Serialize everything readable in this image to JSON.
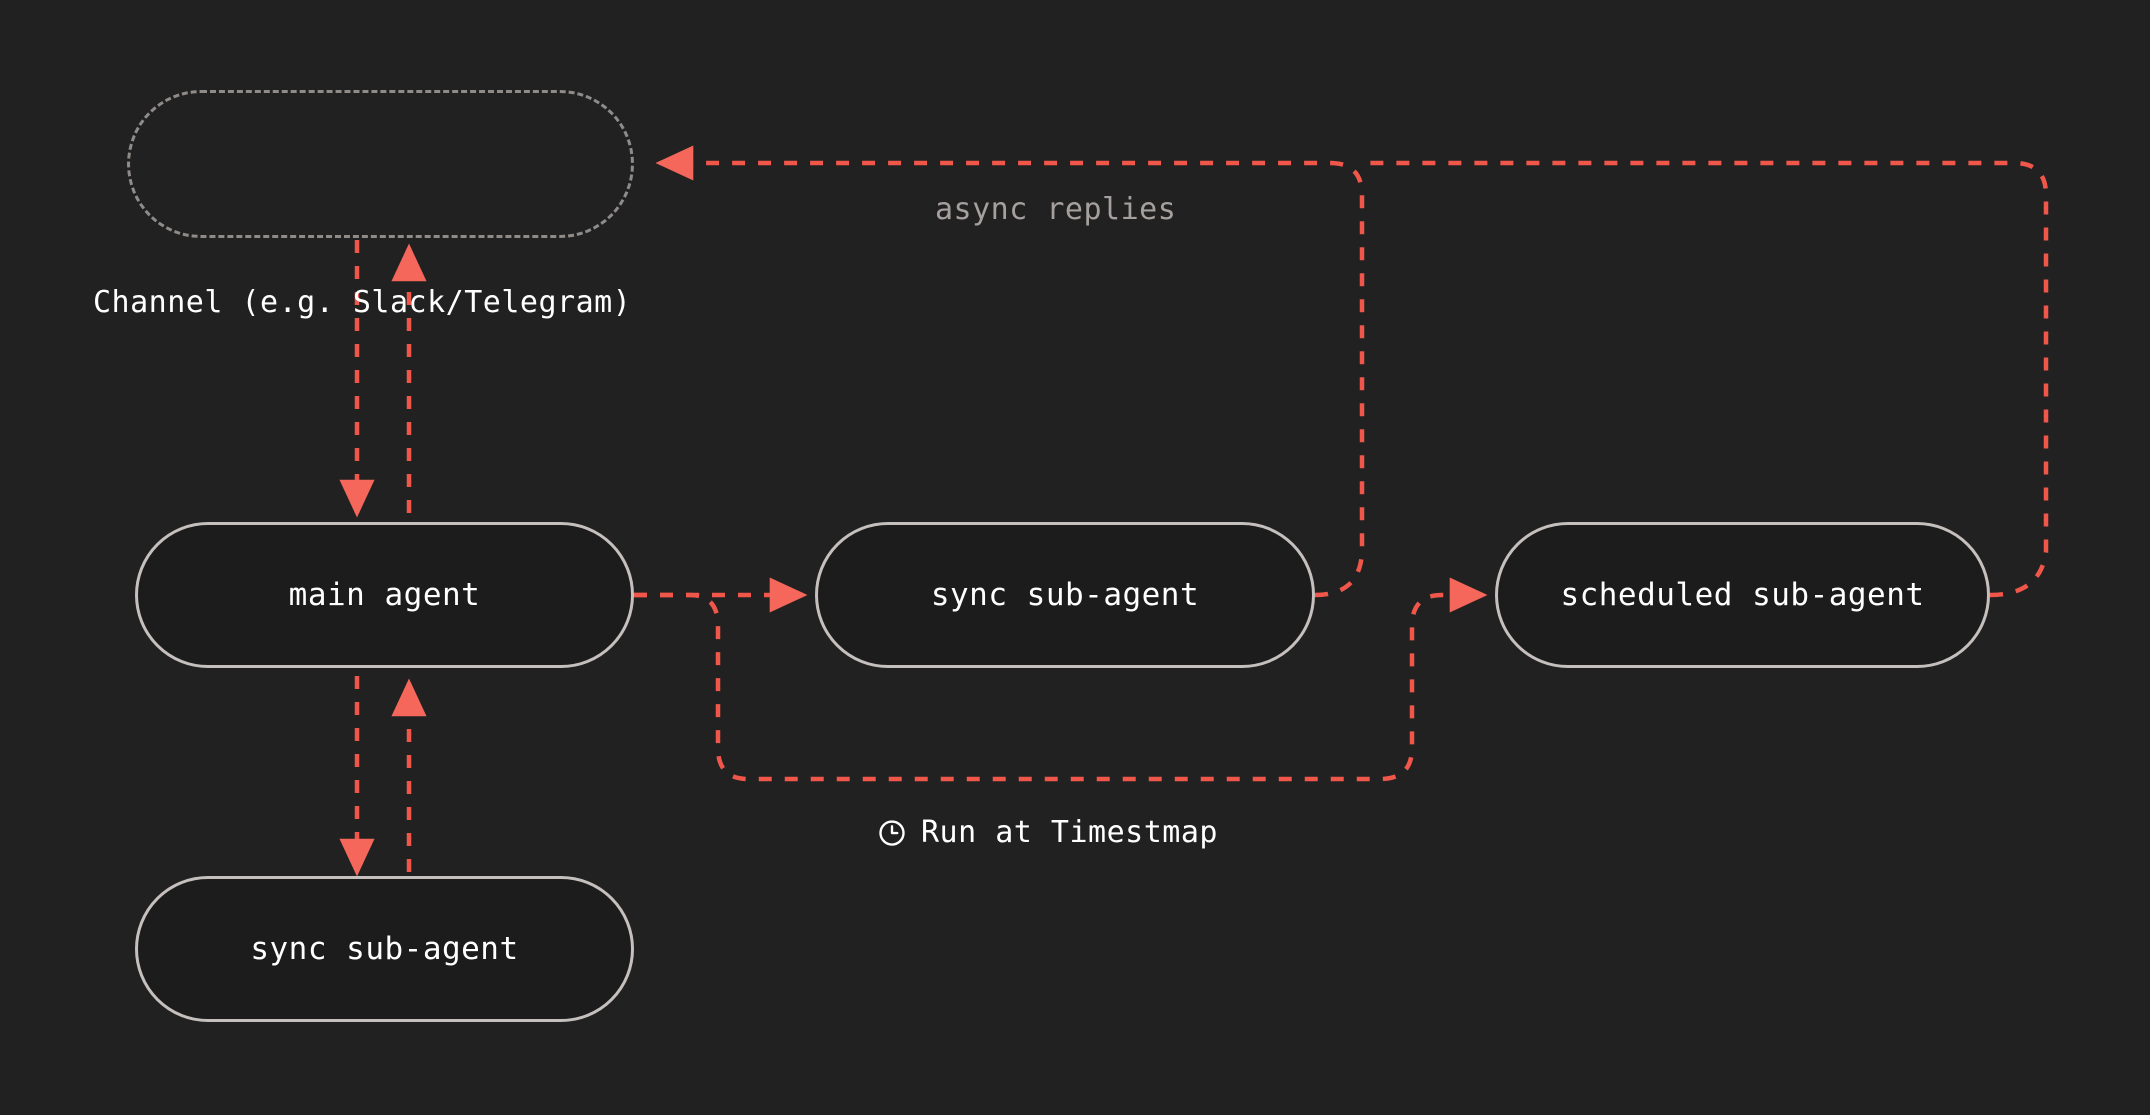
{
  "diagram": {
    "title": "agent orchestration flow",
    "background_color": "#212121",
    "node_border_color": "#c5c0be",
    "node_dashed_border_color": "#8f8b89",
    "edge_color": "#f0574a",
    "arrow_color": "#f4675a",
    "text_color": "#ffffff",
    "muted_text_color": "#a5a09e"
  },
  "nodes": [
    {
      "id": "channel",
      "label": "",
      "caption": "Channel (e.g. Slack/Telegram)",
      "style": "dashed"
    },
    {
      "id": "main-agent",
      "label": "main agent",
      "style": "solid"
    },
    {
      "id": "sync-sub-agent-mid",
      "label": "sync sub-agent",
      "style": "solid"
    },
    {
      "id": "scheduled-sub-agent",
      "label": "scheduled sub-agent",
      "style": "solid"
    },
    {
      "id": "sync-sub-agent-bottom",
      "label": "sync sub-agent",
      "style": "solid"
    }
  ],
  "edge_labels": {
    "async_replies": "async replies",
    "run_at_timestamp": "Run at Timestmap",
    "clock_icon_name": "clock-icon"
  }
}
